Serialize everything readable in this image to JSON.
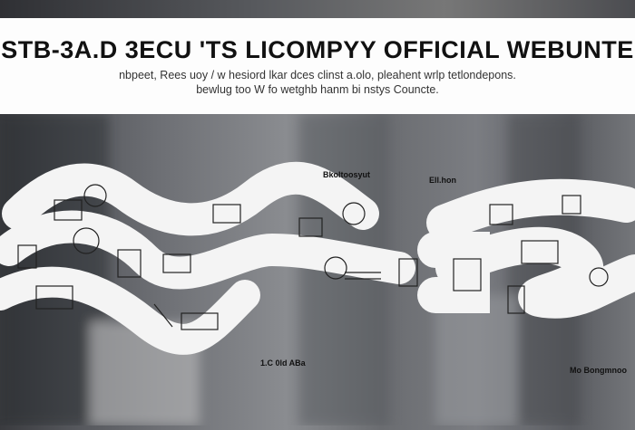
{
  "header": {
    "title": "STB-3A.D 3ECU 'TS LICOMPYY OFFICIAL WEBUNTE",
    "subtitle_line1": "nbpeet, Rees uoy / w hesiord lkar dces clinst a.olo, pleahent wrlp tetlondepons.",
    "subtitle_line2": "bewlug too W fo wetghb hanm bi nstys Councte."
  },
  "labels": [
    "Bkoltoosyut",
    "Ell.hon",
    "1.C 0ld ABa",
    "Mo Bongmnoo"
  ],
  "colors": {
    "header_bg": "#fdfdfd",
    "ribbon": "#f4f4f4",
    "sketch": "#222222"
  }
}
